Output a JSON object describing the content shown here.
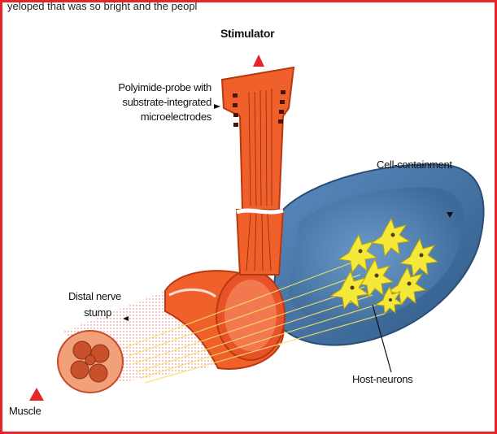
{
  "top_caption": "yeloped that was so bright and the peopl",
  "labels": {
    "stimulator": "Stimulator",
    "probe_line1": "Polyimide-probe with",
    "probe_line2": "substrate-integrated",
    "probe_line3": "microelectrodes",
    "cell_containment": "Cell-containment",
    "distal_line1": "Distal nerve",
    "distal_line2": "stump",
    "host_neurons": "Host-neurons",
    "muscle": "Muscle"
  },
  "colors": {
    "frame": "#e8232a",
    "probe": "#f0602a",
    "containment": "#3f6f9f",
    "neurons": "#f4e83a",
    "arrow": "#e8232a"
  }
}
